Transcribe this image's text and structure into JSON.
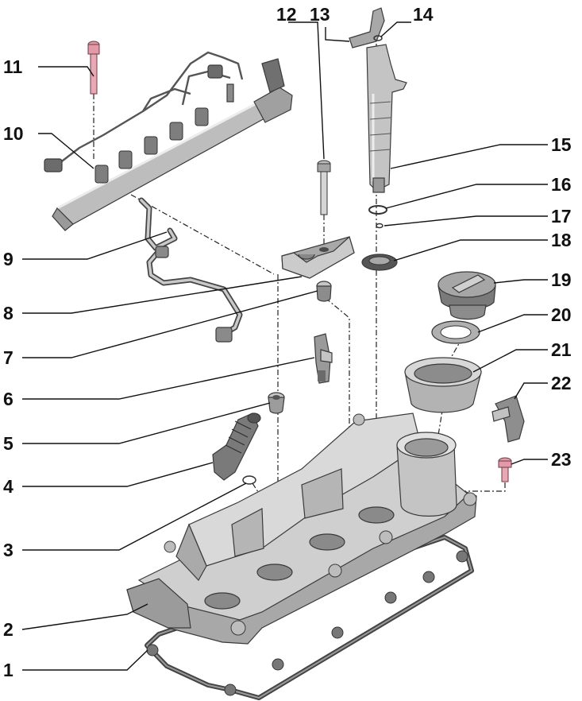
{
  "colors": {
    "part_fill": "#c9c9c9",
    "part_shadow": "#8e8e8e",
    "part_highlight": "#e6e6e6",
    "bolt_fill": "#e39aa8",
    "gasket": "#5a5a5a"
  },
  "callouts": [
    {
      "id": "c1",
      "label": "1"
    },
    {
      "id": "c2",
      "label": "2"
    },
    {
      "id": "c3",
      "label": "3"
    },
    {
      "id": "c4",
      "label": "4"
    },
    {
      "id": "c5",
      "label": "5"
    },
    {
      "id": "c6",
      "label": "6"
    },
    {
      "id": "c7",
      "label": "7"
    },
    {
      "id": "c8",
      "label": "8"
    },
    {
      "id": "c9",
      "label": "9"
    },
    {
      "id": "c10",
      "label": "10"
    },
    {
      "id": "c11",
      "label": "11"
    },
    {
      "id": "c12",
      "label": "12"
    },
    {
      "id": "c13",
      "label": "13"
    },
    {
      "id": "c14",
      "label": "14"
    },
    {
      "id": "c15",
      "label": "15"
    },
    {
      "id": "c16",
      "label": "16"
    },
    {
      "id": "c17",
      "label": "17"
    },
    {
      "id": "c18",
      "label": "18"
    },
    {
      "id": "c19",
      "label": "19"
    },
    {
      "id": "c20",
      "label": "20"
    },
    {
      "id": "c21",
      "label": "21"
    },
    {
      "id": "c22",
      "label": "22"
    },
    {
      "id": "c23",
      "label": "23"
    }
  ]
}
